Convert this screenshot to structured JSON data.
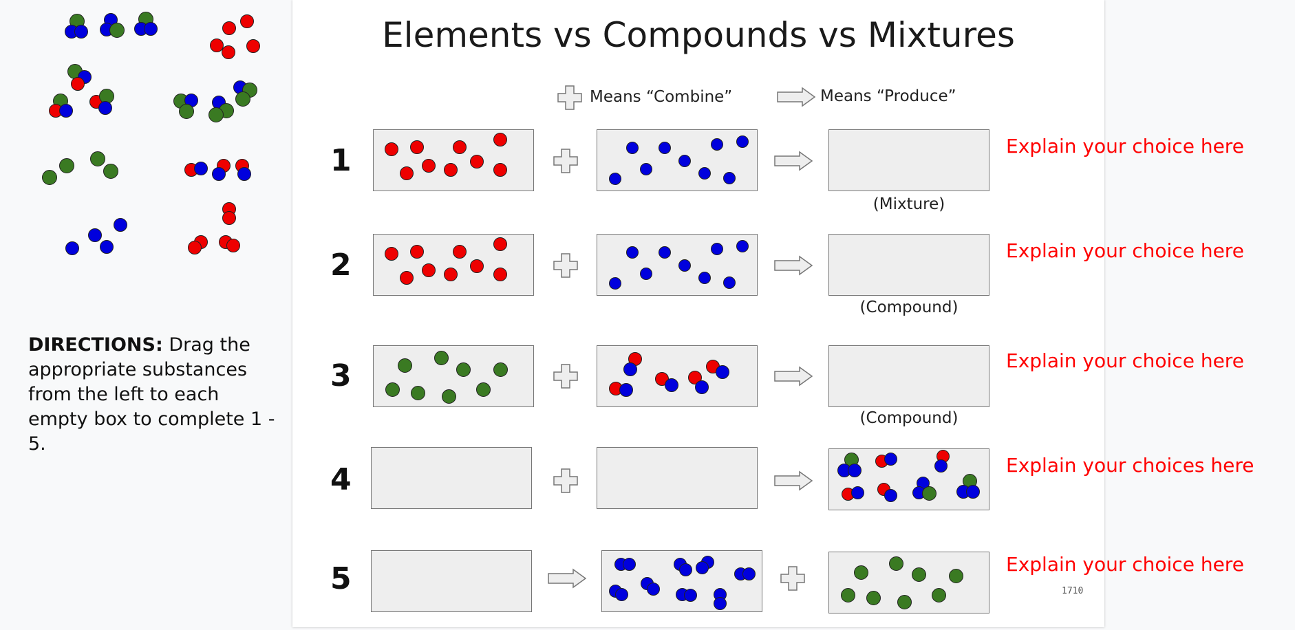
{
  "title": "Elements vs Compounds vs Mixtures",
  "legend": {
    "combine": "Means “Combine”",
    "produce": "Means “Produce”"
  },
  "colors": {
    "red": "#ee0000",
    "blue": "#0000dd",
    "green": "#3a7a22",
    "box": "#eeeeee",
    "explain": "#ff0000"
  },
  "rows": [
    {
      "number": "1",
      "caption": "(Mixture)",
      "explain": "Explain your choice here"
    },
    {
      "number": "2",
      "caption": "(Compound)",
      "explain": "Explain your choice here"
    },
    {
      "number": "3",
      "caption": "(Compound)",
      "explain": "Explain your choice here"
    },
    {
      "number": "4",
      "caption": "",
      "explain": "Explain your choices here"
    },
    {
      "number": "5",
      "caption": "",
      "explain": "Explain your choice here"
    }
  ],
  "directions": {
    "label": "DIRECTIONS:",
    "text": " Drag the appropriate substances from the left to each empty box to complete 1 - 5."
  },
  "page_number": "1710"
}
